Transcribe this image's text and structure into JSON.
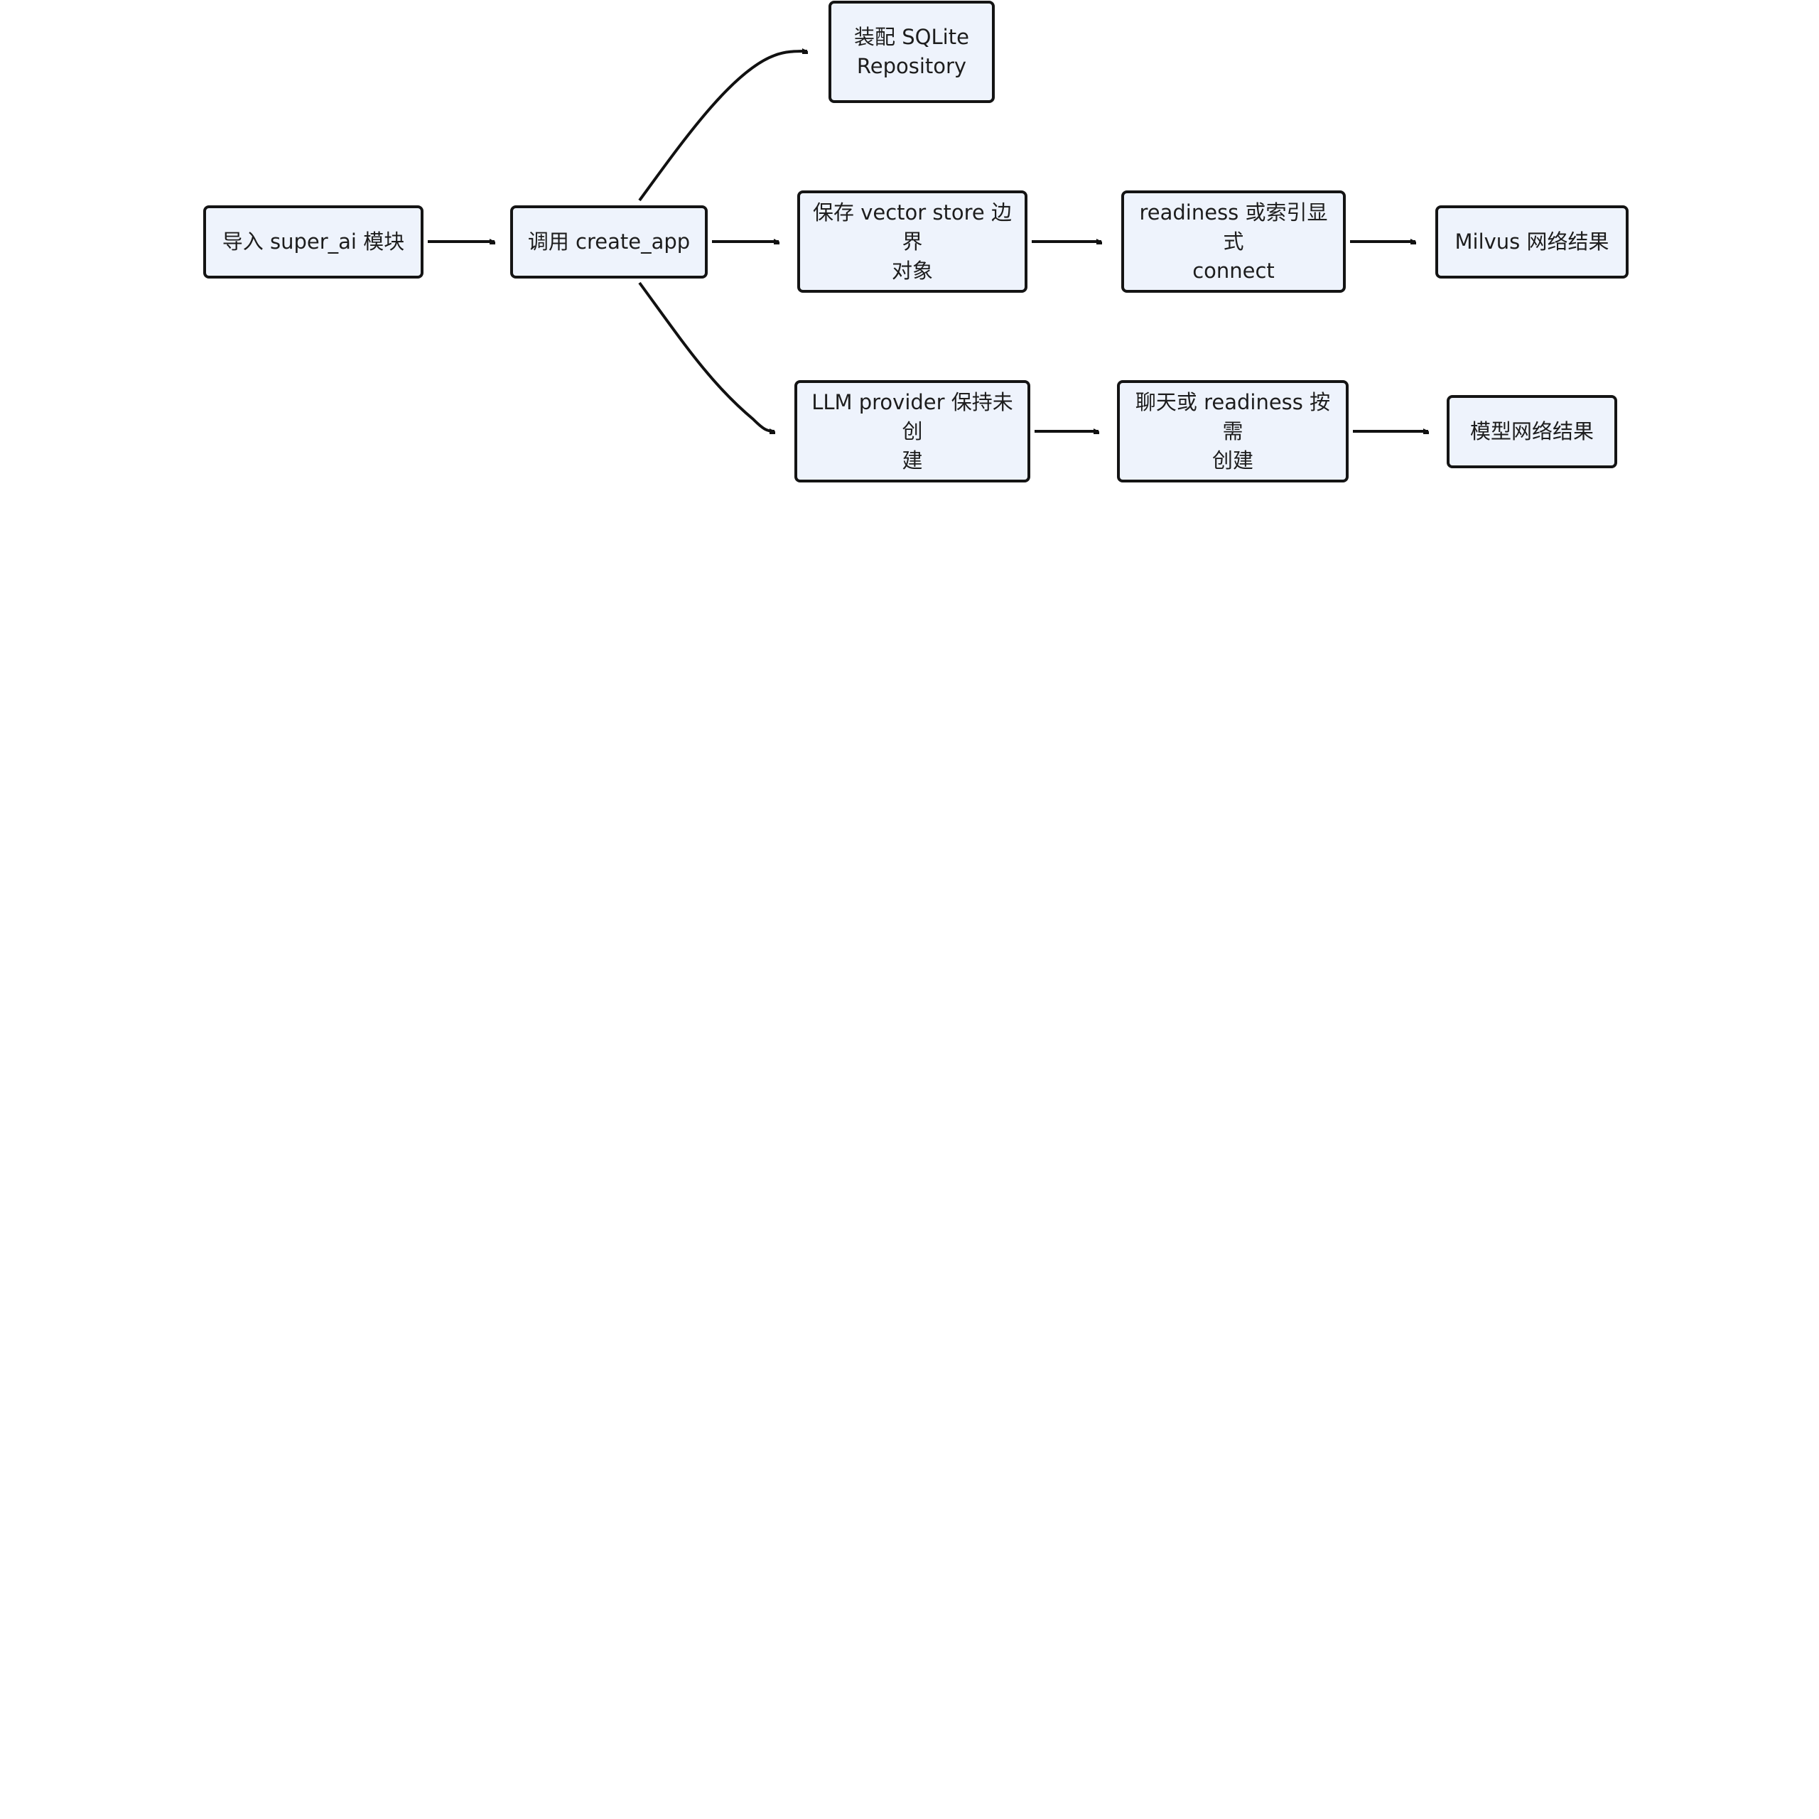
{
  "colors": {
    "node_fill": "#eef3fc",
    "node_border": "#141414",
    "edge": "#111111",
    "text": "#1d1d1d"
  },
  "nodes": {
    "import_module": "导入 super_ai 模块",
    "call_create_app": "调用 create_app",
    "assemble_sqlite": "装配 SQLite\nRepository",
    "keep_vector_store": "保存 vector store 边界\n对象",
    "readiness_connect": "readiness 或索引显式\nconnect",
    "milvus_network_result": "Milvus 网络结果",
    "llm_provider_uncreated": "LLM provider 保持未创\n建",
    "chat_readiness_on_demand": "聊天或 readiness 按需\n创建",
    "model_network_result": "模型网络结果"
  },
  "edges": [
    {
      "from": "import_module",
      "to": "call_create_app"
    },
    {
      "from": "call_create_app",
      "to": "assemble_sqlite"
    },
    {
      "from": "call_create_app",
      "to": "keep_vector_store"
    },
    {
      "from": "call_create_app",
      "to": "llm_provider_uncreated"
    },
    {
      "from": "keep_vector_store",
      "to": "readiness_connect"
    },
    {
      "from": "readiness_connect",
      "to": "milvus_network_result"
    },
    {
      "from": "llm_provider_uncreated",
      "to": "chat_readiness_on_demand"
    },
    {
      "from": "chat_readiness_on_demand",
      "to": "model_network_result"
    }
  ]
}
